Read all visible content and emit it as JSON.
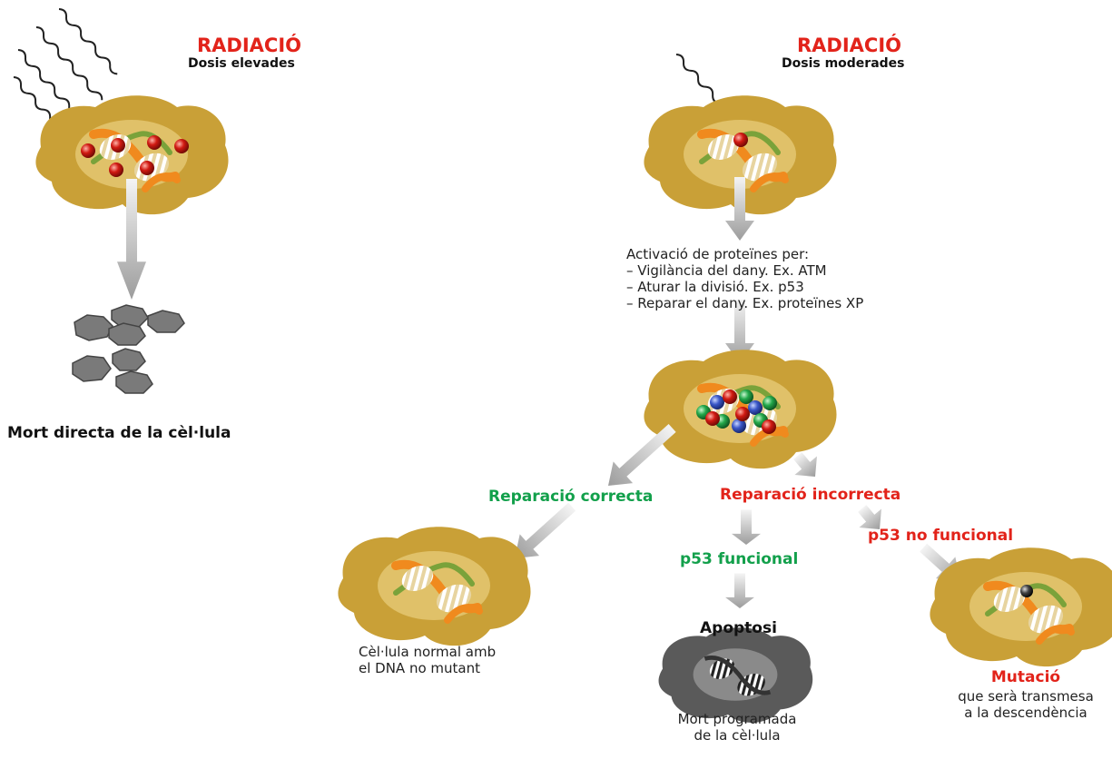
{
  "left": {
    "title": "RADIACIÓ",
    "dose": "Dosis elevades",
    "outcome": "Mort directa de la cèl·lula"
  },
  "right": {
    "title": "RADIACIÓ",
    "dose": "Dosis moderades",
    "proteins": {
      "heading": "Activació de proteïnes per:",
      "items": [
        "– Vigilància del dany. Ex. ATM",
        "– Aturar la divisió. Ex. p53",
        "– Reparar el dany. Ex. proteïnes XP"
      ]
    },
    "correct_repair": "Reparació correcta",
    "incorrect_repair": "Reparació incorrecta",
    "p53_functional": "p53 funcional",
    "p53_nonfunctional": "p53 no funcional",
    "normal_cell": [
      "Cèl·lula normal amb",
      "el DNA no mutant"
    ],
    "apoptosis": "Apoptosi",
    "programmed_death": [
      "Mort programada",
      "de la cèl·lula"
    ],
    "mutation": "Mutació",
    "mutation_desc": [
      "que serà transmesa",
      "a la descendència"
    ]
  },
  "colors": {
    "cell": "#c9a037",
    "nucleus": "#e0c169",
    "radiation": "#e2231a",
    "repair_ok": "#12a04b",
    "arrow": "#b8b8b8"
  }
}
